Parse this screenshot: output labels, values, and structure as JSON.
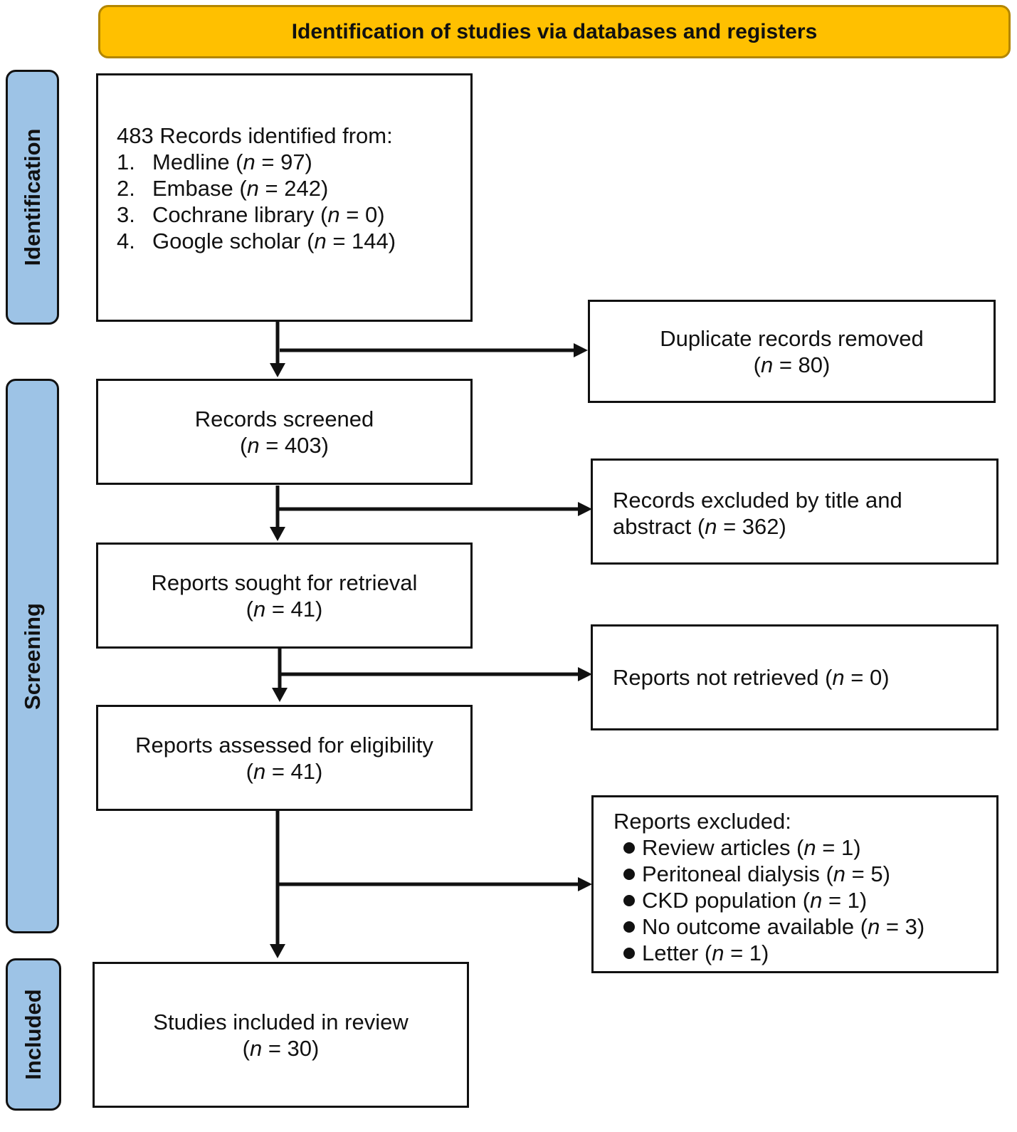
{
  "banner": {
    "title": "Identification of studies via databases and registers"
  },
  "phases": {
    "identification": "Identification",
    "screening": "Screening",
    "included": "Included"
  },
  "identification_box": {
    "heading": "483 Records identified from:",
    "sources": [
      {
        "num": "1.",
        "name": "Medline (",
        "n": "n",
        "rest": " = 97)"
      },
      {
        "num": "2.",
        "name": "Embase (",
        "n": "n",
        "rest": " = 242)"
      },
      {
        "num": "3.",
        "name": "Cochrane library (",
        "n": "n",
        "rest": " = 0)"
      },
      {
        "num": "4.",
        "name": "Google scholar (",
        "n": "n",
        "rest": " = 144)"
      }
    ]
  },
  "duplicates": {
    "label": "Duplicate records removed",
    "n": "n",
    "rest": " = 80)"
  },
  "screened": {
    "label": "Records screened",
    "n": "n",
    "rest": " = 403)"
  },
  "excluded_title": {
    "line1": "Records excluded by title and",
    "line2": "abstract (",
    "n": "n",
    "rest": " = 362)"
  },
  "sought": {
    "label": "Reports sought for retrieval",
    "n": "n",
    "rest": " = 41)"
  },
  "not_retrieved": {
    "label": "Reports not retrieved (",
    "n": "n",
    "rest": " = 0)"
  },
  "assessed": {
    "label": "Reports assessed for eligibility",
    "n": "n",
    "rest": " = 41)"
  },
  "reports_excluded": {
    "heading": "Reports excluded:",
    "items": [
      {
        "name": "Review articles (",
        "n": "n",
        "rest": " = 1)"
      },
      {
        "name": "Peritoneal dialysis (",
        "n": "n",
        "rest": " = 5)"
      },
      {
        "name": "CKD population (",
        "n": "n",
        "rest": " = 1)"
      },
      {
        "name": "No outcome available (",
        "n": "n",
        "rest": " = 3)"
      },
      {
        "name": "Letter (",
        "n": "n",
        "rest": " = 1)"
      }
    ]
  },
  "included": {
    "label": "Studies included in review",
    "n": "n",
    "rest": " = 30)"
  }
}
